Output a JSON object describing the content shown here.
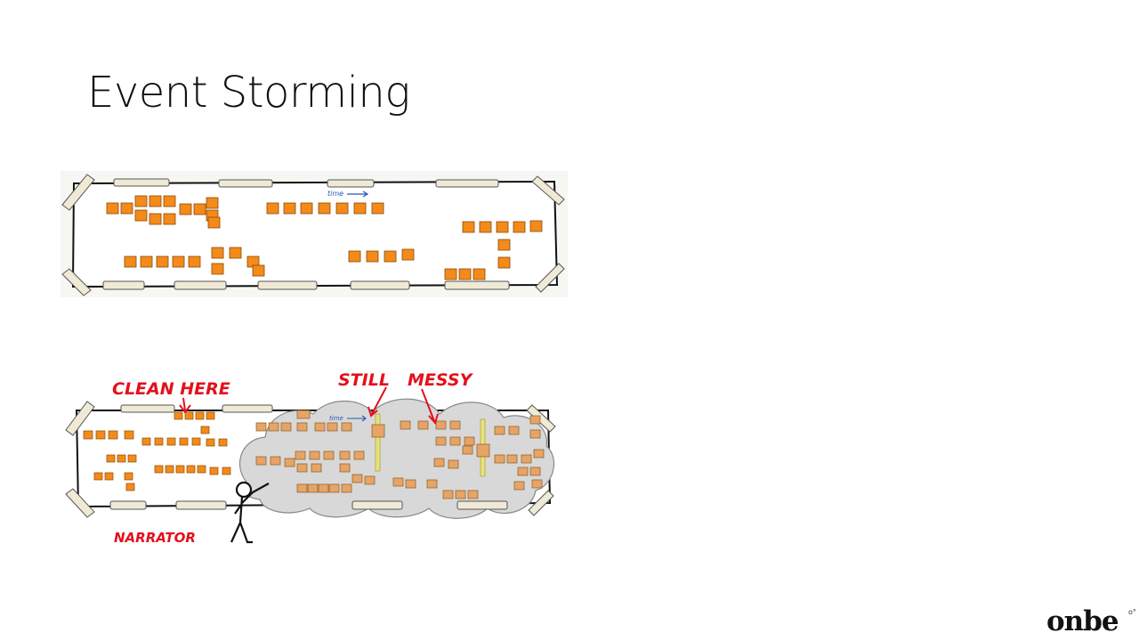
{
  "slide": {
    "title": "Event Storming"
  },
  "board_top": {
    "time_label": "time"
  },
  "board_bottom": {
    "time_label": "time",
    "annotation_clean": "CLEAN HERE",
    "annotation_still": "STILL",
    "annotation_messy": "MESSY",
    "annotation_narrator": "NARRATOR"
  },
  "brand": {
    "logo_text": "onbe",
    "logo_mark": "o°"
  },
  "colors": {
    "sticky": "#f48a1a",
    "sticky_muted": "#e6a466",
    "mess_cloud": "#d8d8d8",
    "annotation_red": "#e3101b",
    "time_blue": "#2a55b8",
    "tape": "#efe9d6",
    "timeline_bar": "#e8e27a"
  }
}
